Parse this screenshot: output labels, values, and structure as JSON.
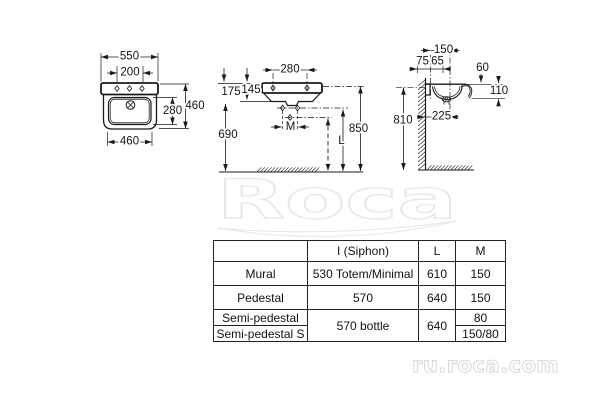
{
  "watermark": {
    "logo_text": "Roca",
    "site_text": "ru.roca.com"
  },
  "front_view": {
    "dim_overall_width": "550",
    "dim_tap_spacing": "200",
    "dim_height": "460",
    "dim_basin_height": "280",
    "dim_base_width": "460"
  },
  "profile_view": {
    "dim_hole_spacing": "280",
    "dim_left_a": "175",
    "dim_left_b": "145",
    "dim_under_height": "690",
    "dim_rim_height": "850",
    "label_m": "M",
    "label_l": "L"
  },
  "side_view": {
    "dim_depth": "150",
    "dim_a": "75",
    "dim_b": "65",
    "dim_rim": "60",
    "dim_front": "110",
    "dim_drain": "225",
    "dim_wall_height": "810"
  },
  "table": {
    "headers": [
      "",
      "I (Siphon)",
      "L",
      "M"
    ],
    "rows": [
      {
        "label": "Mural",
        "siphon": "530 Totem/Minimal",
        "l": "610",
        "m": "150"
      },
      {
        "label": "Pedestal",
        "siphon": "570",
        "l": "640",
        "m": "150"
      },
      {
        "label": "Semi-pedestal",
        "siphon": "570 bottle",
        "l": "640",
        "m": "80"
      },
      {
        "label": "Semi-pedestal S",
        "m": "150/80"
      }
    ]
  },
  "colors": {
    "line": "#1a1a1a",
    "watermark": "#e6e6e6"
  }
}
